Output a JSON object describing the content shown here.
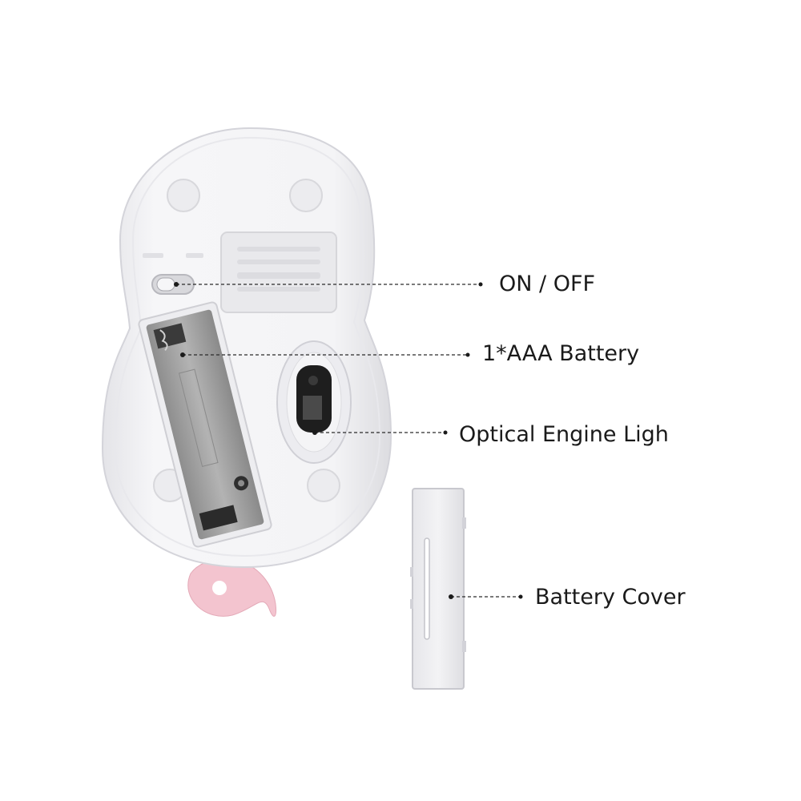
{
  "callouts": {
    "on_off": "ON / OFF",
    "battery": "1*AAA  Battery",
    "optical": "Optical Engine Ligh",
    "battery_cover": "Battery Cover"
  },
  "colors": {
    "mouse_shell": "#f1f1f3",
    "mouse_edge": "#d9d9de",
    "battery_bay": "#9e9e9e",
    "sensor": "#1e1e1e",
    "tail_pink": "#f3c4cf",
    "leader_line": "#2a2a2a",
    "label_text": "#1a1a1a"
  }
}
